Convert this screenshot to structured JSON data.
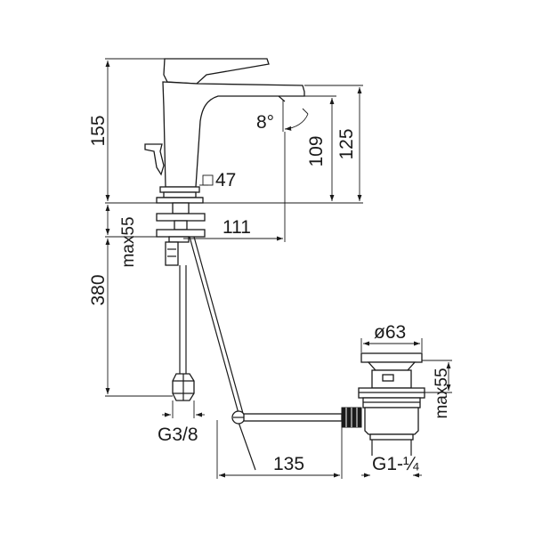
{
  "dimensions": {
    "faucet_height": "155",
    "spout_clearance": "109",
    "spout_height": "125",
    "lever_tilt": "8°",
    "body_square": "47",
    "spout_reach": "111",
    "deck_thickness_max": "max55",
    "hose_length": "380",
    "waste_diameter": "ø63",
    "hose_thread": "G3/8",
    "pull_rod_length": "135",
    "basin_thickness_max": "max55",
    "waste_thread": "G1-¼"
  }
}
